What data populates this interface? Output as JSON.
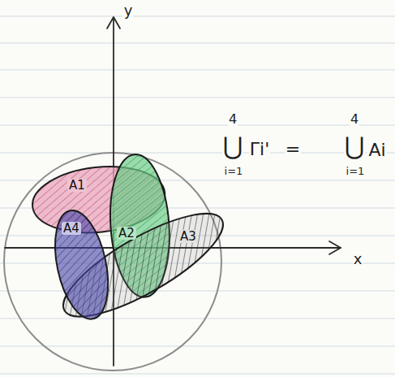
{
  "diagram": {
    "nodes": [
      {
        "text": [
          "A1"
        ]
      },
      {
        "text": [
          "A2"
        ]
      },
      {
        "text": [
          "A3"
        ]
      },
      {
        "text": [
          "A4"
        ]
      }
    ],
    "labels": [
      "y",
      "x",
      "4",
      "⋃",
      "i=1",
      "Γi'",
      "=",
      "4",
      "⋃",
      "i=1",
      "Ai"
    ]
  }
}
